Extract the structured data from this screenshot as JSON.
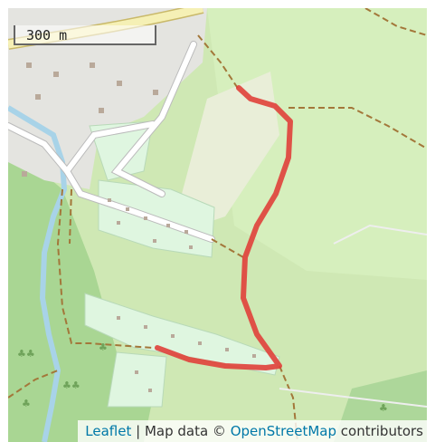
{
  "map": {
    "scale_label": "300 m",
    "attribution": {
      "leaflet_link": "Leaflet",
      "separator": " | Map data © ",
      "osm_link": "OpenStreetMap",
      "suffix": " contributors"
    },
    "colors": {
      "background": "#cfe8b4",
      "forest": "#a9d693",
      "residential": "#dff6e0",
      "road": "#ffffff",
      "major_road": "#f5f0b5",
      "water": "#a8d3e8",
      "track": "#a3773a",
      "route": "#e0403a"
    },
    "icons": [
      "tree-icon"
    ]
  }
}
